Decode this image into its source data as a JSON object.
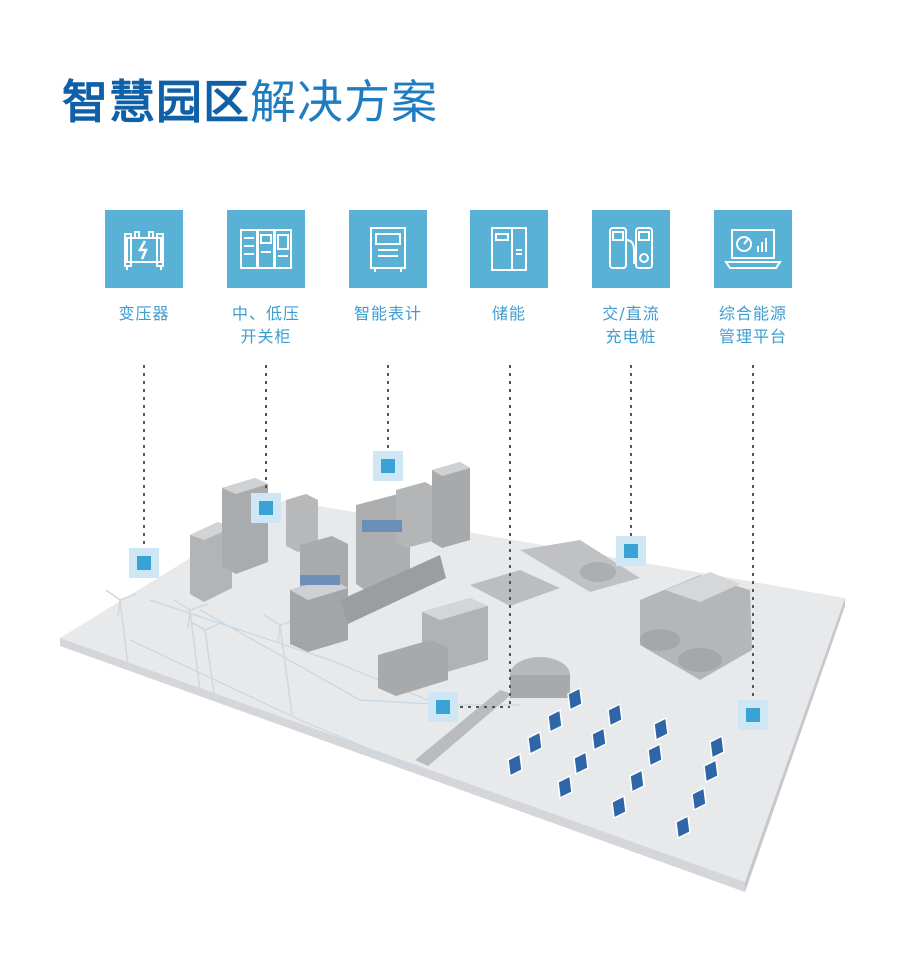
{
  "title": {
    "bold": "智慧园区",
    "light": "解决方案"
  },
  "components": [
    {
      "icon": "transformer-icon",
      "lines": [
        "变压器"
      ]
    },
    {
      "icon": "switchgear-icon",
      "lines": [
        "中、低压",
        "开关柜"
      ]
    },
    {
      "icon": "smart-meter-icon",
      "lines": [
        "智能表计"
      ]
    },
    {
      "icon": "energy-storage-icon",
      "lines": [
        "储能"
      ]
    },
    {
      "icon": "charging-pile-icon",
      "lines": [
        "交/直流",
        "充电桩"
      ]
    },
    {
      "icon": "management-platform-icon",
      "lines": [
        "综合能源",
        "管理平台"
      ]
    }
  ],
  "colors": {
    "accent": "#5ab1d6",
    "title": "#1060a8",
    "marker": "#3aa3d6"
  }
}
